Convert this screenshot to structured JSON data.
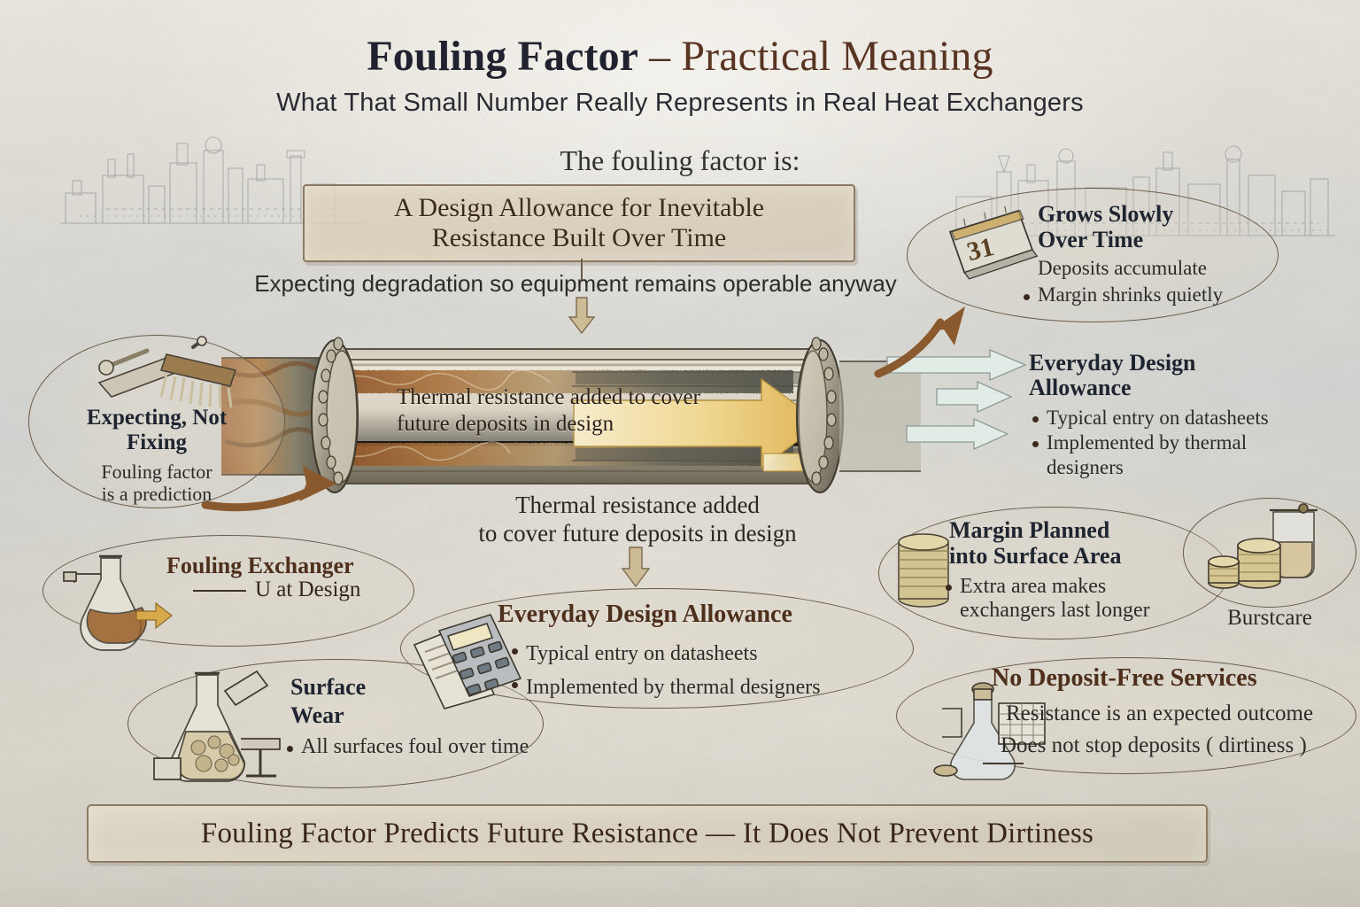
{
  "header": {
    "title_part1": "Fouling Factor",
    "title_dash": " – ",
    "title_part2": "Practical Meaning",
    "subtitle": "What That Small Number Really Represents in Real Heat Exchangers"
  },
  "lead_in": "The fouling factor is:",
  "definition_box": {
    "line1": "A Design Allowance for Inevitable",
    "line2": "Resistance Built Over Time"
  },
  "flow_note": "Expecting degradation so equipment remains operable anyway",
  "pipe": {
    "inner_label_line1": "Thermal resistance added to cover",
    "inner_label_line2": "future deposits in design",
    "below_label_line1": "Thermal resistance added",
    "below_label_line2": "to cover future deposits in design"
  },
  "callouts": {
    "grows_slowly": {
      "heading_line1": "Grows Slowly",
      "heading_line2": "Over Time",
      "sub": "Deposits accumulate",
      "bullets": [
        "Margin shrinks quietly"
      ],
      "icon": "calendar-icon",
      "calendar_day": "31"
    },
    "everyday_right": {
      "heading_line1": "Everyday Design",
      "heading_line2": "Allowance",
      "bullets": [
        "Typical entry on datasheets",
        "Implemented by thermal",
        "designers"
      ],
      "icon": "flow-arrows-icon"
    },
    "expecting_not_fixing": {
      "heading_line1": "Expecting, Not",
      "heading_line2": "Fixing",
      "sub_line1": "Fouling factor",
      "sub_line2": "is a prediction",
      "icon": "brush-and-scraper-icon"
    },
    "fouling_exchanger": {
      "heading": "Fouling Exchanger",
      "sub": "U at Design",
      "icon": "flask-icon"
    },
    "surface_wear": {
      "heading_line1": "Surface",
      "heading_line2": "Wear",
      "bullets": [
        "All surfaces foul over time"
      ],
      "icon": "erlenmeyer-flask-icon"
    },
    "everyday_center": {
      "heading": "Everyday Design Allowance",
      "bullets": [
        "Typical entry on datasheets",
        "Implemented by thermal designers"
      ],
      "icon": "calculator-icon"
    },
    "margin_planned": {
      "heading_line1": "Margin Planned",
      "heading_line2": "into Surface Area",
      "bullets": [
        "Extra area makes",
        "exchangers last longer"
      ],
      "icon": "coin-stack-icon"
    },
    "burstcare": {
      "label": "Burstcare",
      "icon": "beaker-and-coins-icon"
    },
    "no_deposit_free": {
      "heading": "No Deposit-Free Services",
      "line1": "Resistance is an expected outcome",
      "line2": "Does not stop deposits ( dirtiness )",
      "icon": "bottle-and-grid-icon"
    }
  },
  "footer_banner": "Fouling Factor Predicts Future Resistance — It Does Not Prevent Dirtiness",
  "colors": {
    "title_dark": "#20222f",
    "title_brown": "#5a3422",
    "heading_navy": "#1e2430",
    "heading_brown": "#4d2f1c",
    "body_text": "#2d2b28",
    "ellipse_stroke": "#6a5b48",
    "box_stroke": "#8a7a63",
    "arrow_gold": "#e8d08a",
    "arrow_pale": "#dfe8e4",
    "arrow_brown": "#8a5a2e",
    "paper_light": "#efeae2",
    "paper_dark": "#cdc8bd"
  }
}
